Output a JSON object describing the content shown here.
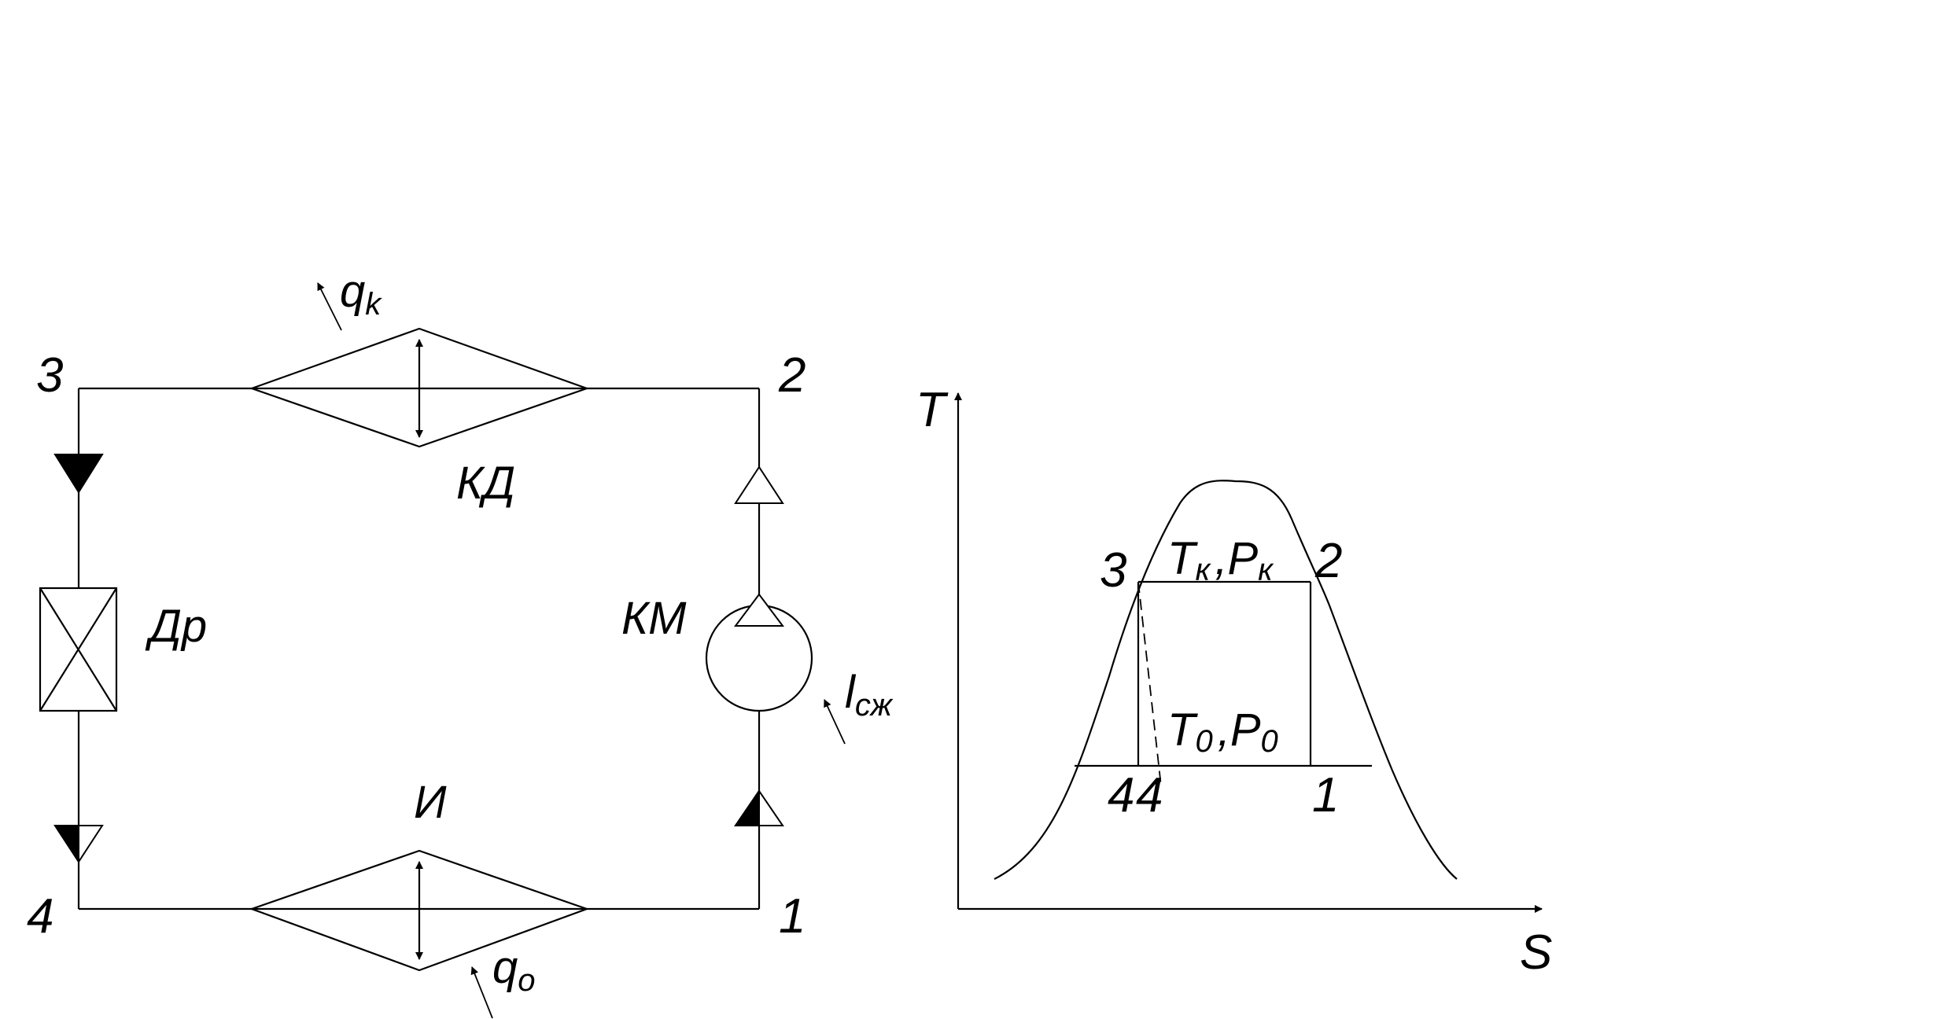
{
  "cycle_scheme": {
    "points": {
      "p3": "3",
      "p2": "2",
      "p4": "4",
      "p1": "1"
    },
    "labels": {
      "condenser": "КД",
      "throttle": "Др",
      "compressor": "КМ",
      "evaporator": "И"
    },
    "heat": {
      "qk_main": "q",
      "qk_sub": "k",
      "qo_main": "q",
      "qo_sub": "o",
      "lcomp_main": "l",
      "lcomp_sub": "сж"
    }
  },
  "ts_diagram": {
    "axis_t": "T",
    "axis_s": "S",
    "points": {
      "p3": "3",
      "p2": "2",
      "p4a": "4",
      "p4b": "4",
      "p1": "1"
    },
    "upper_isotherm": {
      "T": "T",
      "T_sub": "к",
      "sep": ",",
      "P": "P",
      "P_sub": "к"
    },
    "lower_isotherm": {
      "T": "T",
      "T_sub": "0",
      "sep": ",",
      "P": "P",
      "P_sub": "0"
    }
  }
}
